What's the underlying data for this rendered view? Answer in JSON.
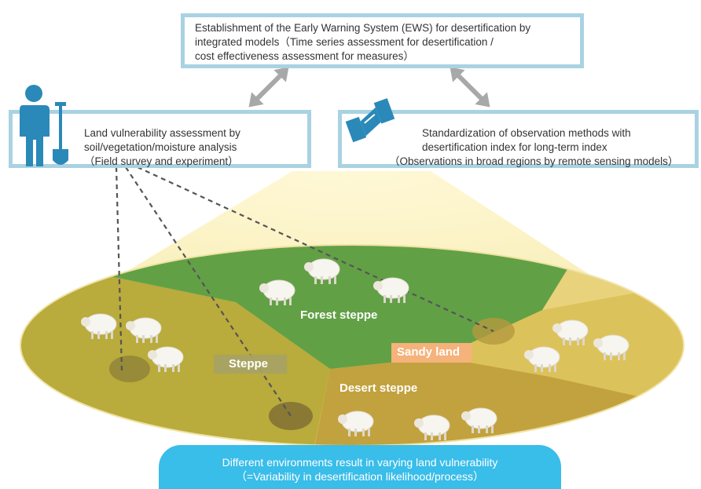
{
  "top_box": {
    "lines": [
      "Establishment of the Early Warning System (EWS) for desertification by",
      "integrated models（Time series assessment for desertification /",
      "cost effectiveness assessment for measures）"
    ]
  },
  "left_box": {
    "lines": [
      "Land vulnerability assessment by",
      "soil/vegetation/moisture analysis",
      "（Field survey and experiment）"
    ]
  },
  "right_box": {
    "lines": [
      "Standardization of observation methods with",
      "desertification index for long-term index",
      "（Observations in broad regions by remote sensing models）"
    ]
  },
  "zones": {
    "forest_steppe": "Forest steppe",
    "sandy_land": "Sandy land",
    "steppe": "Steppe",
    "desert_steppe": "Desert steppe"
  },
  "banner": {
    "lines": [
      "Different environments result in varying land vulnerability",
      "（=Variability in desertification likelihood/process）"
    ]
  },
  "icons": [
    "person-with-shovel-icon",
    "satellite-icon",
    "sheep-icon",
    "double-arrow-icon"
  ],
  "colors": {
    "box_border": "#a9d2e2",
    "banner": "#39bde9",
    "forest": "#5f9c3e",
    "sandy_label": "#f5b27a",
    "desert": "#c9a03c",
    "arrow": "#a8a8a8"
  }
}
